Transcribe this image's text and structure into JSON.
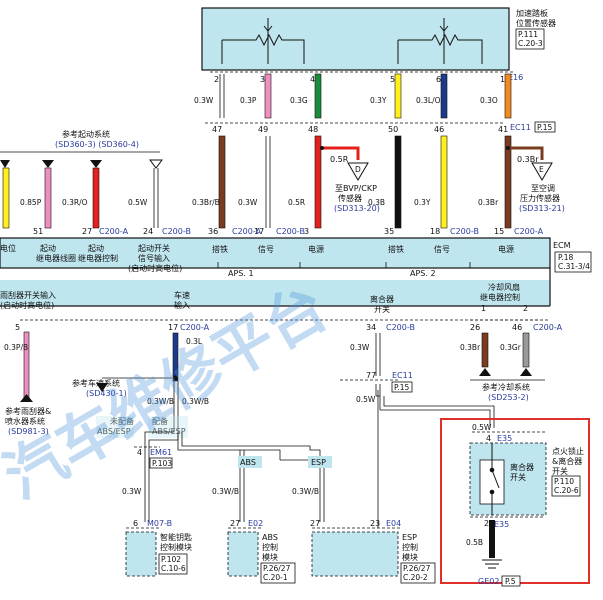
{
  "sensor": {
    "title_lines": [
      "加速踏板",
      "位置传感器"
    ],
    "ref": [
      "P.111",
      "C.20-3"
    ],
    "connector": "E16"
  },
  "ecm": {
    "name": "ECM",
    "ref": [
      "P.18",
      "C.31-3/4"
    ],
    "connector_a": "C200-A",
    "connector_b": "C200-B",
    "aps1": "APS. 1",
    "aps2": "APS. 2"
  },
  "aps_wires": [
    {
      "pin_top": "2",
      "wire_top": "0.3W",
      "pin_mid": "47",
      "wire_mid": "0.3Br/B",
      "pin_ecm": "36",
      "label": "搭铁"
    },
    {
      "pin_top": "3",
      "wire_top": "0.3P",
      "pin_mid": "49",
      "wire_mid": "0.3W",
      "pin_ecm": "17",
      "label": "信号"
    },
    {
      "pin_top": "4",
      "wire_top": "0.3G",
      "pin_mid": "48",
      "wire_mid": "0.5R",
      "pin_ecm": "3",
      "label": "电源"
    },
    {
      "pin_top": "5",
      "wire_top": "0.3Y",
      "pin_mid": "50",
      "wire_mid": "0.3B",
      "pin_ecm": "35",
      "label": "搭铁"
    },
    {
      "pin_top": "6",
      "wire_top": "0.3L/O",
      "pin_mid": "46",
      "wire_mid": "0.3Y",
      "pin_ecm": "18",
      "label": "信号"
    },
    {
      "pin_top": "1",
      "wire_top": "0.3O",
      "pin_mid": "41",
      "wire_mid": "0.3Br",
      "pin_ecm": "15",
      "label": "电源"
    }
  ],
  "ec11": "EC11",
  "ec11_ref": "P.15",
  "ref_d": {
    "letter": "D",
    "wire": "0.5R",
    "lines": [
      "至BVP/CKP",
      "传感器"
    ],
    "code": "(SD313-20)",
    "wire_in": "0.5R"
  },
  "ref_e": {
    "letter": "E",
    "wire": "0.3Br",
    "lines": [
      "至空调",
      "压力传感器"
    ],
    "code": "(SD313-21)"
  },
  "start_ref": {
    "title": "参考起动系统",
    "code": "(SD360-3) (SD360-4)"
  },
  "left_wires": [
    {
      "wire": "0.85P",
      "pin": "51",
      "lines": [
        "起动",
        "继电器线圈"
      ]
    },
    {
      "wire": "0.3R/O",
      "pin": "27",
      "lines": [
        "起动",
        "继电器控制"
      ]
    },
    {
      "wire": "0.5W",
      "pin": "24",
      "lines": [
        "起动开关",
        "信号输入",
        "(启动时高电位)"
      ]
    }
  ],
  "left_cut": [
    "电位"
  ],
  "wiper": {
    "lines": [
      "雨刮器开关输入",
      "(启动时高电位)"
    ],
    "pin": "5",
    "wire": "0.3P/B",
    "ref_lines": [
      "参考雨刮器&",
      "喷水器系统"
    ],
    "ref_code": "(SD981-3)"
  },
  "speed": {
    "lines": [
      "车速",
      "输入"
    ],
    "pin": "17",
    "conn": "C200-A",
    "wire": "0.3L",
    "ref_title": "参考车速系统",
    "ref_code": "(SD430-1)",
    "wire_a": "0.3W/B",
    "wire_b": "0.3W/B"
  },
  "no_abs": {
    "lines": [
      "未配备",
      "ABS/ESP"
    ]
  },
  "with_abs": {
    "lines": [
      "配备",
      "ABS/ESP"
    ]
  },
  "em61": {
    "code": "EM61",
    "ref": "P.103",
    "pin": "4",
    "wire": "0.3W"
  },
  "smart_key": {
    "pin": "6",
    "conn": "M07-B",
    "lines": [
      "智能钥匙",
      "控制模块"
    ],
    "ref": [
      "P.102",
      "C.10-6"
    ]
  },
  "abs": {
    "tag": "ABS",
    "wire": "0.3W/B",
    "pin": "27",
    "conn": "E02",
    "lines": [
      "ABS",
      "控制",
      "模块"
    ],
    "ref": [
      "P.26/27",
      "C.20-1"
    ]
  },
  "esp": {
    "tag": "ESP",
    "wire": "0.3W/B",
    "pin": "23",
    "pin2": "27",
    "conn": "E04",
    "lines": [
      "ESP",
      "控制",
      "模块"
    ],
    "ref": [
      "P.26/27",
      "C.20-2"
    ]
  },
  "clutch": {
    "lines": [
      "离合器",
      "开关"
    ],
    "pin": "34",
    "conn": "C200-B",
    "wire": "0.3W",
    "ec_pin": "77",
    "ec": "EC11",
    "ec_ref": "P.15",
    "wire2": "0.5W"
  },
  "fan": {
    "lines": [
      "冷却风扇",
      "继电器控制"
    ],
    "pin1": "1",
    "pin2": "2",
    "pin_a": "26",
    "pin_b": "46",
    "conn": "C200-A",
    "wire_a": "0.3Br",
    "wire_b": "0.3Gr",
    "ref_title": "参考冷却系统",
    "ref_code": "(SD253-2)"
  },
  "ign_switch": {
    "wire_top": "0.5W",
    "pin_top": "4",
    "conn": "E35",
    "inner_lines": [
      "离合器",
      "开关"
    ],
    "title_lines": [
      "点火锁止",
      "&离合器",
      "开关"
    ],
    "ref": [
      "P.110",
      "C.20-6"
    ],
    "pin_bot": "2",
    "conn_bot": "E35",
    "wire_bot": "0.5B",
    "ground": "GE02",
    "ground_ref": "P.5"
  },
  "watermark": "汽车维修平台",
  "colors": {
    "box_fill": "#bfe6ef",
    "red": "#e3201b",
    "pink": "#ef8fc1",
    "yellow": "#ffef1a",
    "green": "#1a8c3c",
    "navy": "#1c3a8c",
    "orange": "#f28a1f",
    "brown": "#7a3b1f",
    "gray": "#9a9a9a",
    "frame": "#e0302a"
  }
}
